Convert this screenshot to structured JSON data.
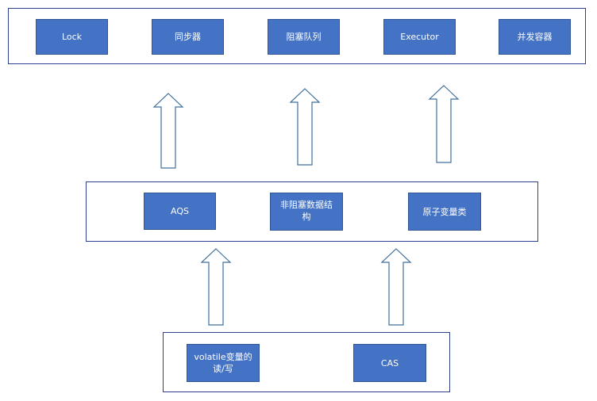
{
  "top_layer": {
    "items": [
      "Lock",
      "同步器",
      "阻塞队列",
      "Executor",
      "并发容器"
    ]
  },
  "middle_layer": {
    "items": [
      "AQS",
      "非阻塞数据结\n构",
      "原子变量类"
    ]
  },
  "bottom_layer": {
    "items": [
      "volatile变量的\n读/写",
      "CAS"
    ]
  },
  "colors": {
    "box_fill": "#4472c4",
    "box_border": "#2f5597",
    "layer_border": "#2f3f8f",
    "arrow_border": "#41719c"
  }
}
